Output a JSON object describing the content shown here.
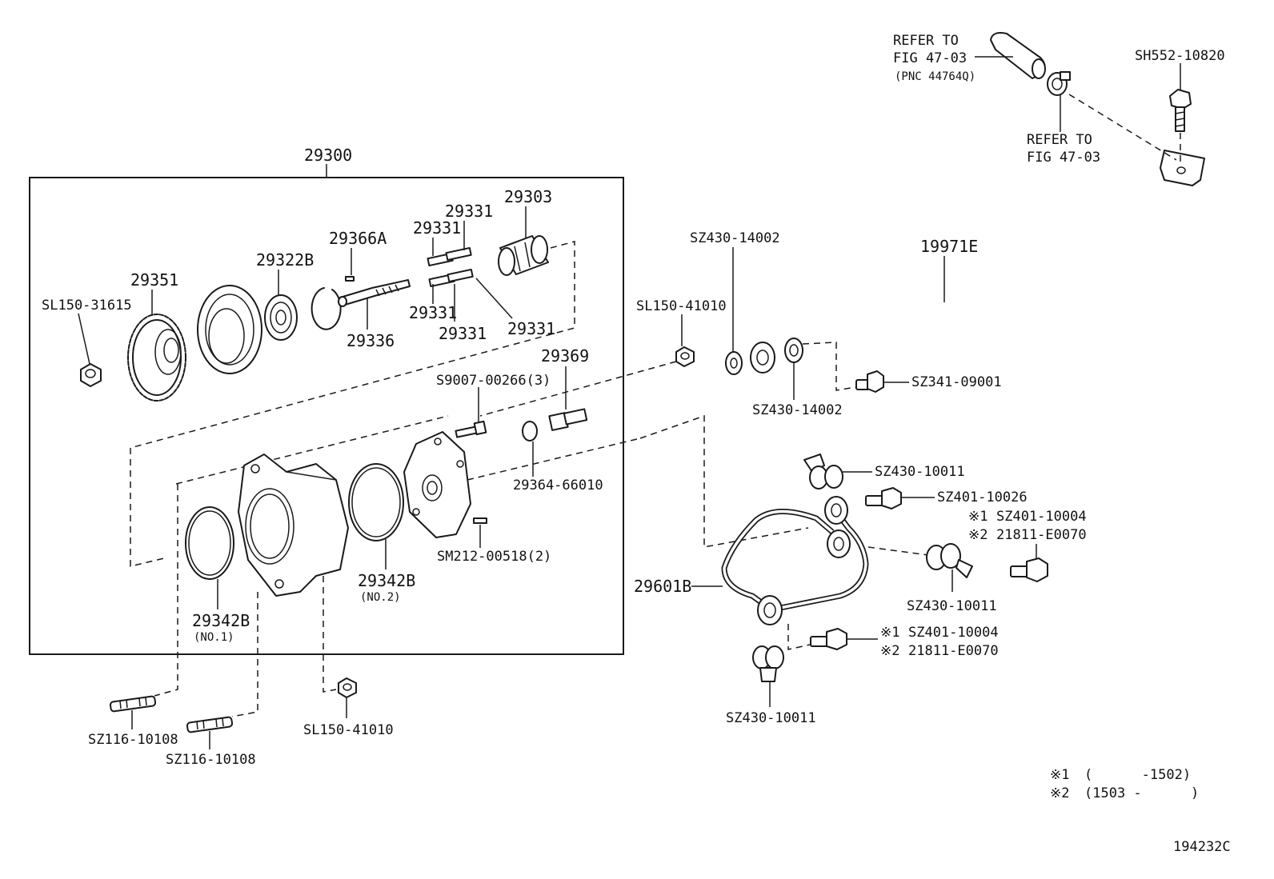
{
  "diagram_id": "194232C",
  "assembly": {
    "number": "29300"
  },
  "labels": {
    "p29351": "29351",
    "sl150_31615": "SL150-31615",
    "p29322b": "29322B",
    "p29366a": "29366A",
    "p29331_a": "29331",
    "p29331_b": "29331",
    "p29331_c": "29331",
    "p29331_d": "29331",
    "p29331_e": "29331",
    "p29303": "29303",
    "p29336": "29336",
    "s9007": "S9007-00266(3)",
    "p29369": "29369",
    "p29364": "29364-66010",
    "sm212": "SM212-00518(2)",
    "p29342b_no2": "29342B",
    "no2": "(NO.2)",
    "p29342b_no1": "29342B",
    "no1": "(NO.1)",
    "sz116_a": "SZ116-10108",
    "sz116_b": "SZ116-10108",
    "sl150_41010_bottom": "SL150-41010",
    "sl150_41010_top": "SL150-41010",
    "sz430_14002_top": "SZ430-14002",
    "sz430_14002_bottom": "SZ430-14002",
    "p19971e": "19971E",
    "sz341": "SZ341-09001",
    "refer_1_line1": "REFER TO",
    "refer_1_line2": "FIG 47-03",
    "refer_1_line3": "(PNC 44764Q)",
    "refer_2_line1": "REFER TO",
    "refer_2_line2": "FIG 47-03",
    "sh552": "SH552-10820",
    "sz430_10011_a": "SZ430-10011",
    "sz401_10026": "SZ401-10026",
    "m1_a": "※1",
    "sz401_10004_a": "SZ401-10004",
    "m2_a": "※2",
    "p21811_a": "21811-E0070",
    "p29601b": "29601B",
    "sz430_10011_b": "SZ430-10011",
    "m1_b": "※1",
    "sz401_10004_b": "SZ401-10004",
    "m2_b": "※2",
    "p21811_b": "21811-E0070",
    "sz430_10011_c": "SZ430-10011"
  },
  "footnotes": [
    {
      "mark": "※1",
      "range": "(      -1502)"
    },
    {
      "mark": "※2",
      "range": "(1503 -      )"
    }
  ]
}
